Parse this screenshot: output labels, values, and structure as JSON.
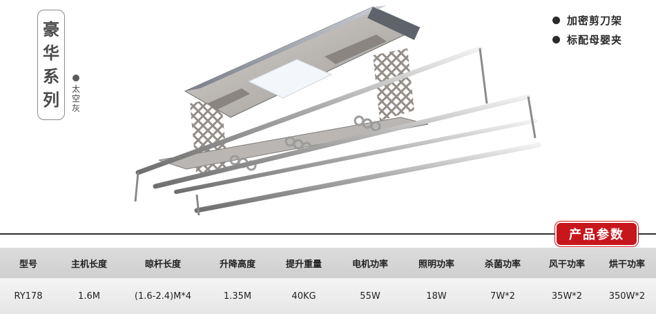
{
  "series": {
    "chars": [
      "豪",
      "华",
      "系",
      "列"
    ]
  },
  "color_tag": {
    "chars": [
      "太",
      "空",
      "灰"
    ]
  },
  "features": [
    {
      "text": "加密剪刀架"
    },
    {
      "text": "标配母婴夹"
    }
  ],
  "section": {
    "title": "产品参数"
  },
  "table": {
    "headers": [
      "型号",
      "主机长度",
      "晾杆长度",
      "升降高度",
      "提升重量",
      "电机功率",
      "照明功率",
      "杀菌功率",
      "风干功率",
      "烘干功率"
    ],
    "row": [
      "RY178",
      "1.6M",
      "(1.6-2.4)M*4",
      "1.35M",
      "40KG",
      "55W",
      "18W",
      "7W*2",
      "35W*2",
      "350W*2"
    ]
  },
  "colors": {
    "accent": "#c8161d",
    "divider": "#2d2d2d",
    "header_bg": "#d5d5d5"
  },
  "icons": [
    "product-illustration"
  ]
}
